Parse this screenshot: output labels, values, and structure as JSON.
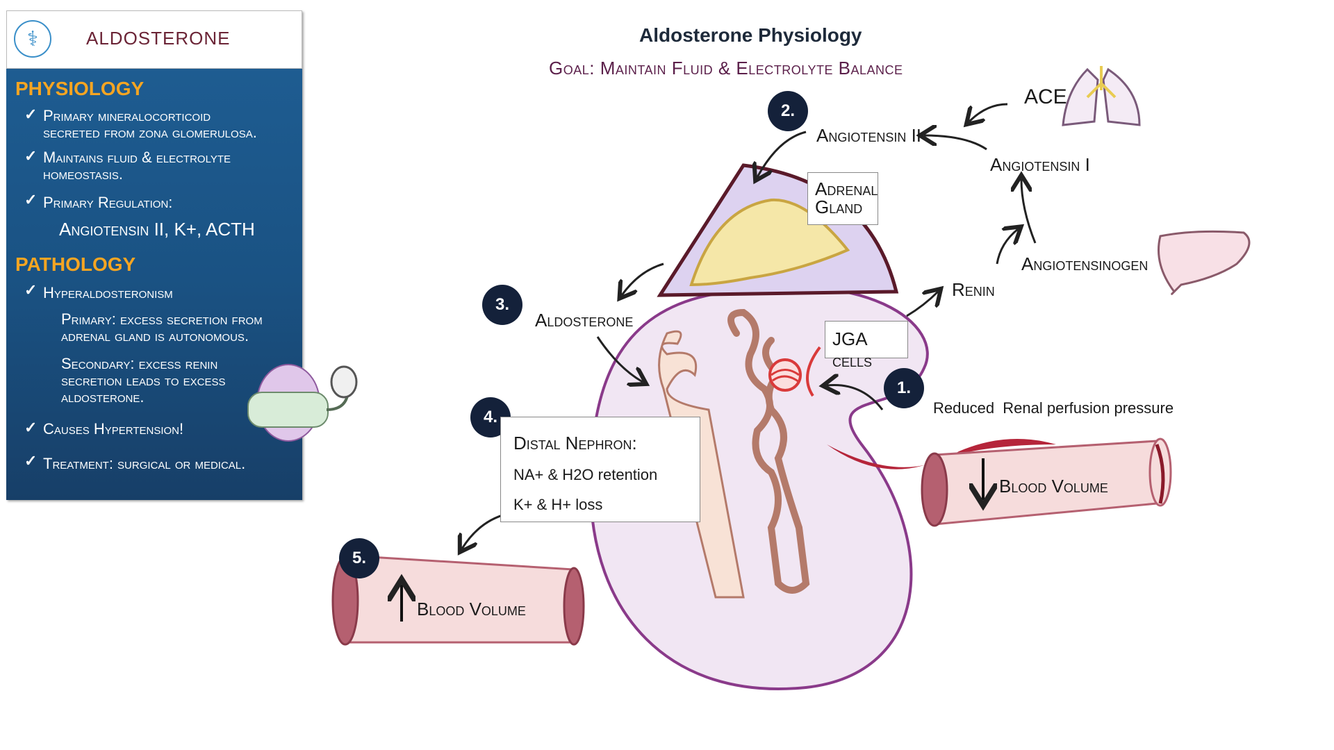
{
  "panel": {
    "title": "ALDOSTERONE",
    "physiology_heading": "PHYSIOLOGY",
    "physiology_items": [
      {
        "line1": "Primary mineralocorticoid",
        "line2": "secreted from zona glomerulosa."
      },
      {
        "line1": "Maintains fluid & electrolyte",
        "line2": "homeostasis."
      },
      {
        "line1": "Primary Regulation:",
        "line2": ""
      }
    ],
    "regulators": "Angiotensin II, K+, ACTH",
    "pathology_heading": "PATHOLOGY",
    "hyper": "Hyperaldosteronism",
    "primary_line1": "Primary: excess secretion from",
    "primary_line2": "adrenal gland is autonomous.",
    "secondary_line1": "Secondary: excess renin",
    "secondary_line2": "secretion leads to excess",
    "secondary_line3": "aldosterone.",
    "causes": "Causes Hypertension!",
    "treatment": "Treatment: surgical or medical."
  },
  "diagram": {
    "title": "Aldosterone Physiology",
    "subtitle": "Goal: Maintain Fluid & Electrolyte Balance",
    "steps": [
      "1.",
      "2.",
      "3.",
      "4.",
      "5."
    ],
    "ace": "ACE",
    "angiotensin2": "Angiotensin II",
    "angiotensin1": "Angiotensin I",
    "angiotensinogen": "Angiotensinogen",
    "renin": "Renin",
    "jga": "JGA cells",
    "adrenal_line1": "Adrenal",
    "adrenal_line2": "Gland",
    "aldosterone": "Aldosterone",
    "reduced": "Reduced  Renal perfusion pressure",
    "blood_volume_down": "Blood Volume",
    "blood_volume_up": "Blood Volume",
    "distal_title": "Distal Nephron:",
    "distal_line1": "NA+ & H2O retention",
    "distal_line2": "K+ & H+ loss"
  },
  "colors": {
    "panel_bg": "#1f5f95",
    "heading": "#f5a522",
    "badge": "#14213a",
    "title_maroon": "#6b2436"
  }
}
